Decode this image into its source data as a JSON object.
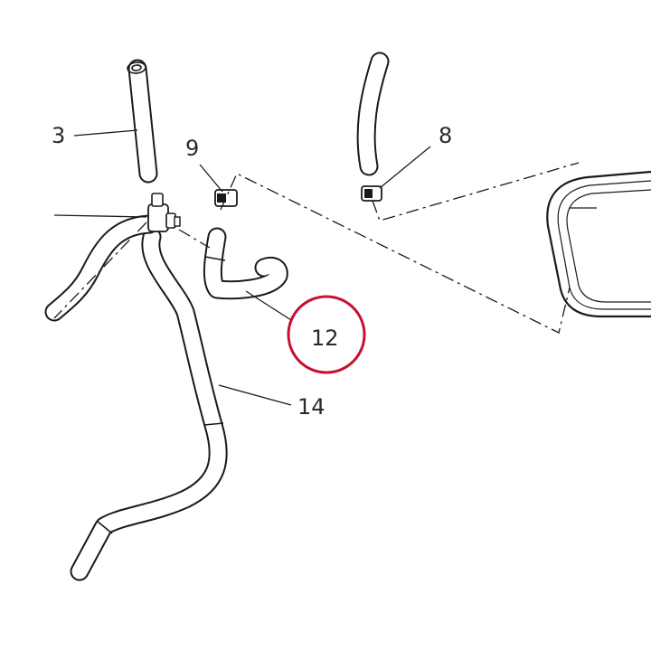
{
  "diagram": {
    "callouts": [
      {
        "key": "c3",
        "label": "3"
      },
      {
        "key": "c8",
        "label": "8"
      },
      {
        "key": "c9",
        "label": "9"
      },
      {
        "key": "c12",
        "label": "12",
        "highlighted": true
      },
      {
        "key": "c14",
        "label": "14"
      }
    ],
    "colors": {
      "line": "#1a1a1a",
      "highlight_ring": "#c8102e",
      "background": "#ffffff"
    }
  }
}
